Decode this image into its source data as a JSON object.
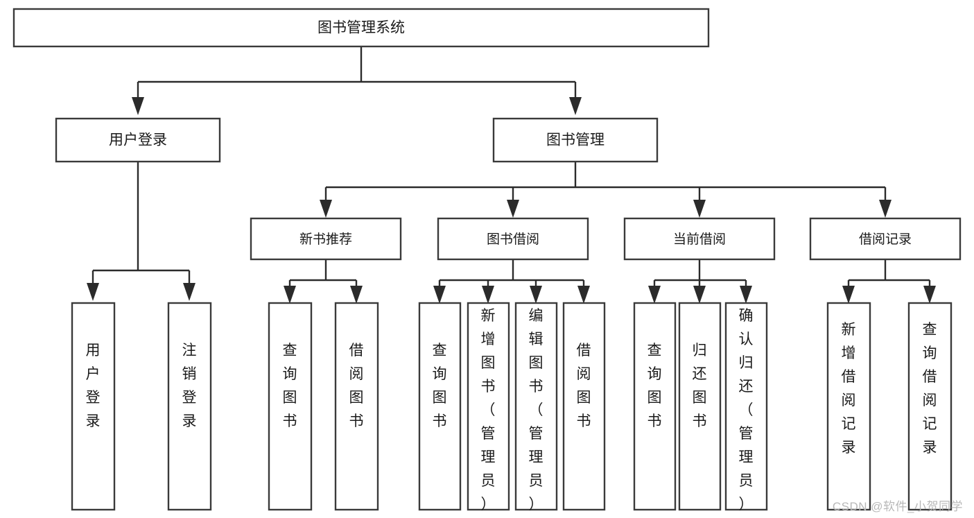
{
  "diagram": {
    "type": "tree-hierarchy-flowchart",
    "title": "图书管理系统",
    "root": {
      "id": "root",
      "label": "图书管理系统"
    },
    "level1": [
      {
        "id": "user-login",
        "label": "用户登录"
      },
      {
        "id": "book-management",
        "label": "图书管理"
      }
    ],
    "level2": [
      {
        "id": "new-book-recommend",
        "label": "新书推荐",
        "parent": "book-management"
      },
      {
        "id": "book-borrow",
        "label": "图书借阅",
        "parent": "book-management"
      },
      {
        "id": "current-borrow",
        "label": "当前借阅",
        "parent": "book-management"
      },
      {
        "id": "borrow-record",
        "label": "借阅记录",
        "parent": "book-management"
      }
    ],
    "leaves": [
      {
        "id": "leaf-user-login",
        "label": "用户登录",
        "parent": "user-login"
      },
      {
        "id": "leaf-logout",
        "label": "注销登录",
        "parent": "user-login"
      },
      {
        "id": "leaf-query-book-1",
        "label": "查询图书",
        "parent": "new-book-recommend"
      },
      {
        "id": "leaf-borrow-book-1",
        "label": "借阅图书",
        "parent": "new-book-recommend"
      },
      {
        "id": "leaf-query-book-2",
        "label": "查询图书",
        "parent": "book-borrow"
      },
      {
        "id": "leaf-add-book",
        "label": "新增图书（管理员）",
        "parent": "book-borrow"
      },
      {
        "id": "leaf-edit-book",
        "label": "编辑图书（管理员）",
        "parent": "book-borrow"
      },
      {
        "id": "leaf-borrow-book-2",
        "label": "借阅图书",
        "parent": "book-borrow"
      },
      {
        "id": "leaf-query-book-3",
        "label": "查询图书",
        "parent": "current-borrow"
      },
      {
        "id": "leaf-return-book",
        "label": "归还图书",
        "parent": "current-borrow"
      },
      {
        "id": "leaf-confirm-return",
        "label": "确认归还（管理员）",
        "parent": "current-borrow"
      },
      {
        "id": "leaf-add-record",
        "label": "新增借阅记录",
        "parent": "borrow-record"
      },
      {
        "id": "leaf-query-record",
        "label": "查询借阅记录",
        "parent": "borrow-record"
      }
    ]
  },
  "watermark": {
    "text": "CSDN @软件_小贺同学"
  },
  "colors": {
    "box_stroke": "#3a3a3a",
    "connector": "#2b2b2b",
    "text": "#1a1a1a",
    "background": "#ffffff",
    "watermark": "#b8b8b8"
  }
}
